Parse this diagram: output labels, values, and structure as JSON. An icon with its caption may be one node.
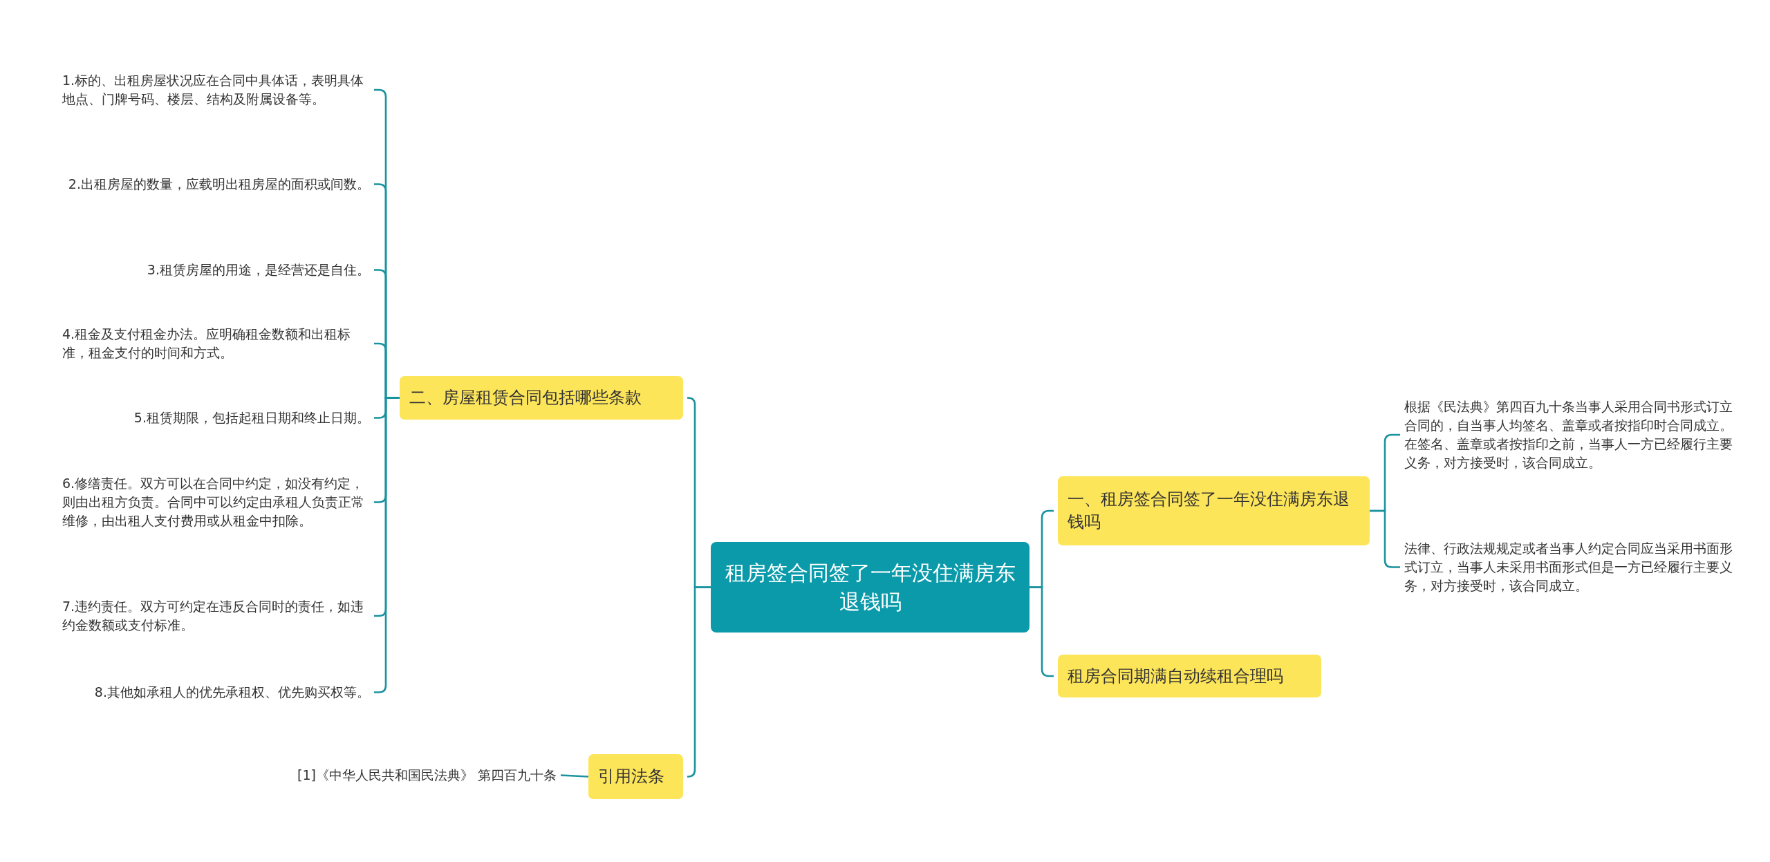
{
  "diagram": {
    "nodes": [
      {
        "text": [
          "租房签合同签了一年没住满房东退钱吗"
        ]
      },
      {
        "text": [
          "二、房屋租赁合同包括哪些条款"
        ]
      },
      {
        "text": [
          "1.标的、出租房屋状况应在合同中具体话，表明具体地点、门牌号码、楼层、结构及附属设备等。"
        ]
      },
      {
        "text": [
          "2.出租房屋的数量，应载明出租房屋的面积或间数。"
        ]
      },
      {
        "text": [
          "3.租赁房屋的用途，是经营还是自住。"
        ]
      },
      {
        "text": [
          "4.租金及支付租金办法。应明确租金数额和出租标准，租金支付的时间和方式。"
        ]
      },
      {
        "text": [
          "5.租赁期限，包括起租日期和终止日期。"
        ]
      },
      {
        "text": [
          "6.修缮责任。双方可以在合同中约定，如没有约定，则由出租方负责。合同中可以约定由承租人负责正常维修，由出租人支付费用或从租金中扣除。"
        ]
      },
      {
        "text": [
          "7.违约责任。双方可约定在违反合同时的责任，如违约金数额或支付标准。"
        ]
      },
      {
        "text": [
          "8.其他如承租人的优先承租权、优先购买权等。"
        ]
      },
      {
        "text": [
          "引用法条"
        ]
      },
      {
        "text": [
          "[1]《中华人民共和国民法典》 第四百九十条"
        ]
      },
      {
        "text": [
          "一、租房签合同签了一年没住满房东退钱吗"
        ]
      },
      {
        "text": [
          "根据《民法典》第四百九十条当事人采用合同书形式订立合同的，自当事人均签名、盖章或者按指印时合同成立。在签名、盖章或者按指印之前，当事人一方已经履行主要义务，对方接受时，该合同成立。"
        ]
      },
      {
        "text": [
          "法律、行政法规规定或者当事人约定合同应当采用书面形式订立，当事人未采用书面形式但是一方已经履行主要义务，对方接受时，该合同成立。"
        ]
      },
      {
        "text": [
          "租房合同期满自动续租合理吗"
        ]
      }
    ],
    "edges": [
      {
        "from": 0,
        "to": 1,
        "arrow": "none"
      },
      {
        "from": 1,
        "to": 2,
        "arrow": "none"
      },
      {
        "from": 1,
        "to": 3,
        "arrow": "none"
      },
      {
        "from": 1,
        "to": 4,
        "arrow": "none"
      },
      {
        "from": 1,
        "to": 5,
        "arrow": "none"
      },
      {
        "from": 1,
        "to": 6,
        "arrow": "none"
      },
      {
        "from": 1,
        "to": 7,
        "arrow": "none"
      },
      {
        "from": 1,
        "to": 8,
        "arrow": "none"
      },
      {
        "from": 1,
        "to": 9,
        "arrow": "none"
      },
      {
        "from": 0,
        "to": 10,
        "arrow": "none"
      },
      {
        "from": 10,
        "to": 11,
        "arrow": "none"
      },
      {
        "from": 0,
        "to": 12,
        "arrow": "none"
      },
      {
        "from": 12,
        "to": 13,
        "arrow": "none"
      },
      {
        "from": 12,
        "to": 14,
        "arrow": "none"
      },
      {
        "from": 0,
        "to": 15,
        "arrow": "none"
      }
    ]
  }
}
